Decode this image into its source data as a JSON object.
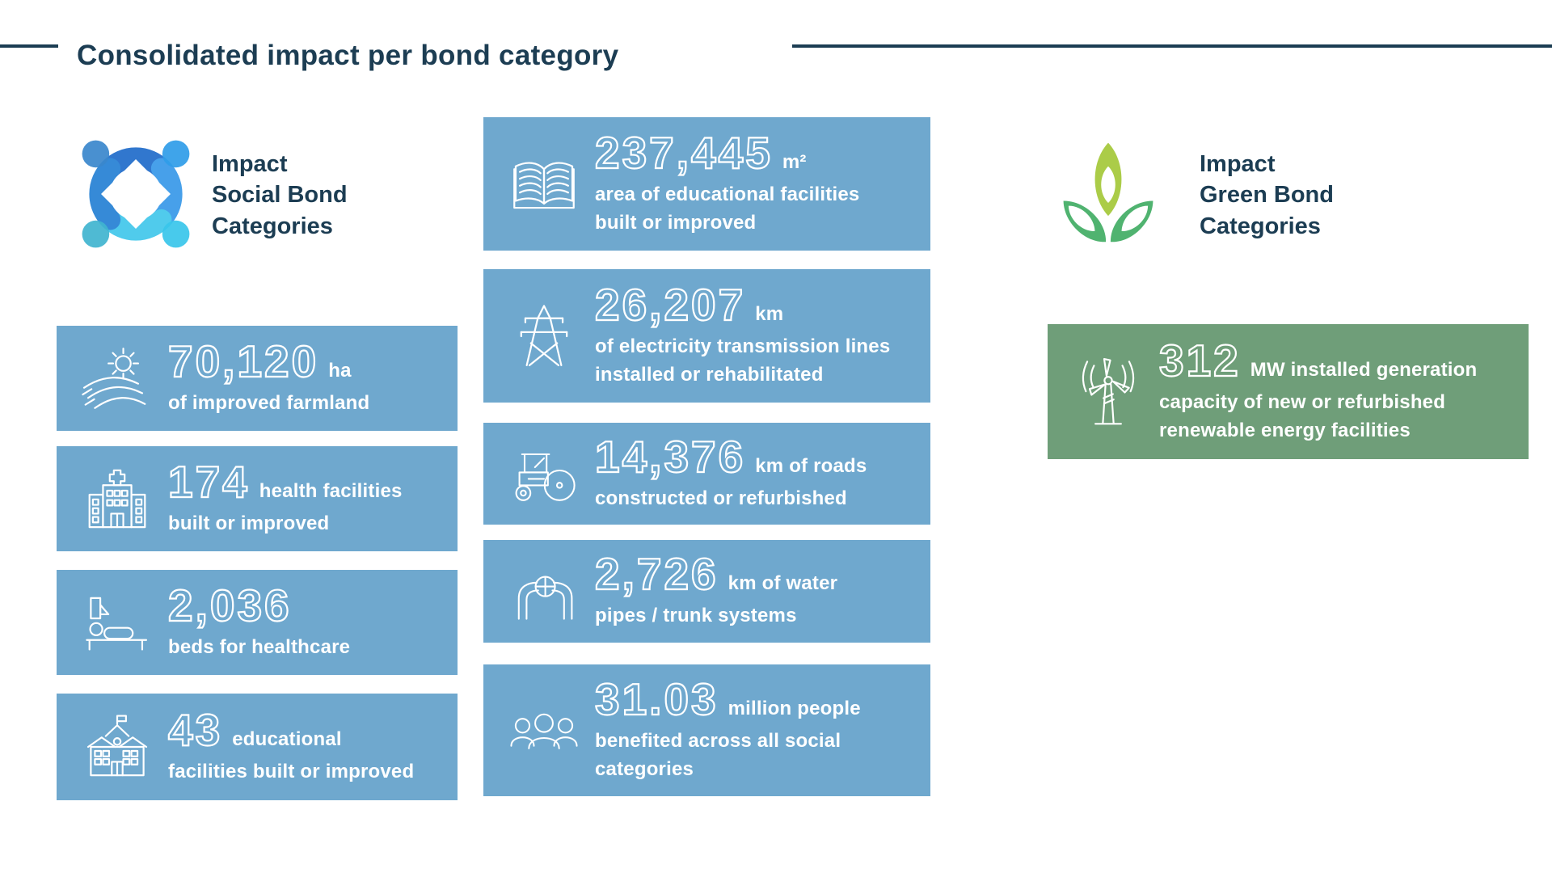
{
  "title": {
    "text": "Consolidated impact per bond category"
  },
  "colors": {
    "navy": "#1C3D53",
    "blue_card": "#6FA8CE",
    "green_card": "#6F9E79",
    "text_on_card": "#FFFFFF"
  },
  "social": {
    "logo_icon": "social-bond-logo",
    "heading": [
      "Impact",
      "Social Bond",
      "Categories"
    ],
    "cards": [
      {
        "icon": "sun-over-field-icon",
        "value": "70,120",
        "unit": "ha",
        "desc": [
          "of improved farmland"
        ]
      },
      {
        "icon": "hospital-icon",
        "value": "174",
        "unit": "health facilities",
        "desc": [
          "built or improved"
        ]
      },
      {
        "icon": "hospital-bed-icon",
        "value": "2,036",
        "unit": "",
        "desc": [
          "beds for healthcare"
        ]
      },
      {
        "icon": "school-icon",
        "value": "43",
        "unit": "educational",
        "desc": [
          "facilities built or improved"
        ]
      },
      {
        "icon": "open-book-icon",
        "value": "237,445",
        "unit": "m²",
        "desc": [
          "area of educational facilities",
          "built or improved"
        ]
      },
      {
        "icon": "transmission-tower-icon",
        "value": "26,207",
        "unit": "km",
        "desc": [
          "of electricity transmission lines",
          "installed or rehabilitated"
        ]
      },
      {
        "icon": "road-roller-icon",
        "value": "14,376",
        "unit": "km of roads",
        "desc": [
          "constructed or refurbished"
        ]
      },
      {
        "icon": "water-pipe-icon",
        "value": "2,726",
        "unit": "km of water",
        "desc": [
          "pipes / trunk systems"
        ]
      },
      {
        "icon": "people-icon",
        "value": "31.03",
        "unit": "million people",
        "desc": [
          "benefited across all social",
          "categories"
        ]
      }
    ]
  },
  "green": {
    "logo_icon": "green-bond-logo",
    "heading": [
      "Impact",
      "Green Bond",
      "Categories"
    ],
    "cards": [
      {
        "icon": "wind-turbine-icon",
        "value": "312",
        "unit": "MW installed generation",
        "desc": [
          "capacity of new or refurbished",
          "renewable energy facilities"
        ]
      }
    ]
  }
}
